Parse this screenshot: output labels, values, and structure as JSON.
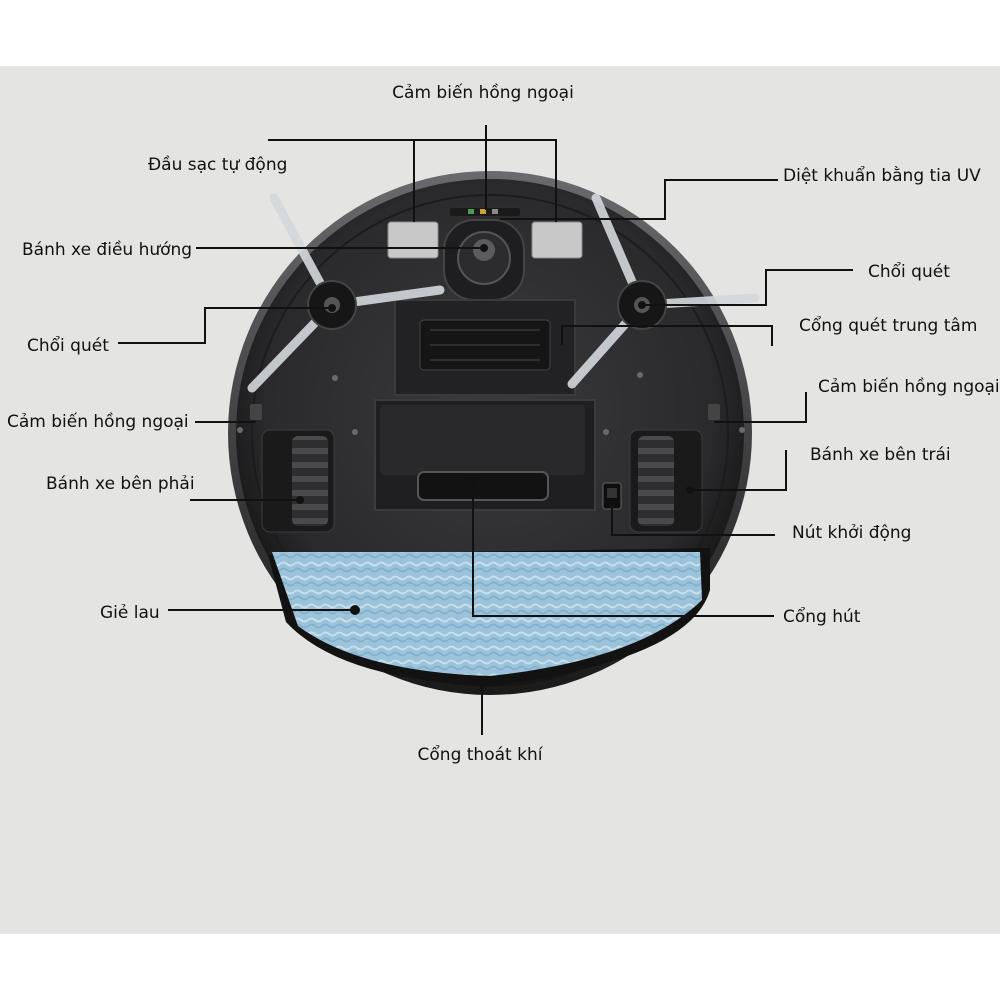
{
  "colors": {
    "background": "#e4e5e2",
    "robot_body": "#2b2b2d",
    "mop": "#9cc3da",
    "leader_line": "#111111"
  },
  "labels": {
    "ir_sensor_top": "Cảm biến hồng ngoại",
    "auto_charge": "Đầu sạc tự động",
    "uv_sterilize": "Diệt khuẩn bằng tia UV",
    "nav_wheel": "Bánh xe điều hướng",
    "side_brush_right": "Chổi quét",
    "side_brush_left": "Chổi quét",
    "main_brush_port": "Cổng quét trung tâm",
    "ir_sensor_left": "Cảm biến hồng ngoại",
    "ir_sensor_right": "Cảm biến hồng ngoại",
    "right_wheel": "Bánh xe bên phải",
    "left_wheel": "Bánh xe bên trái",
    "power_button": "Nút khởi động",
    "mop_cloth": "Giẻ lau",
    "suction_port": "Cổng hút",
    "exhaust_port": "Cổng thoát khí"
  }
}
